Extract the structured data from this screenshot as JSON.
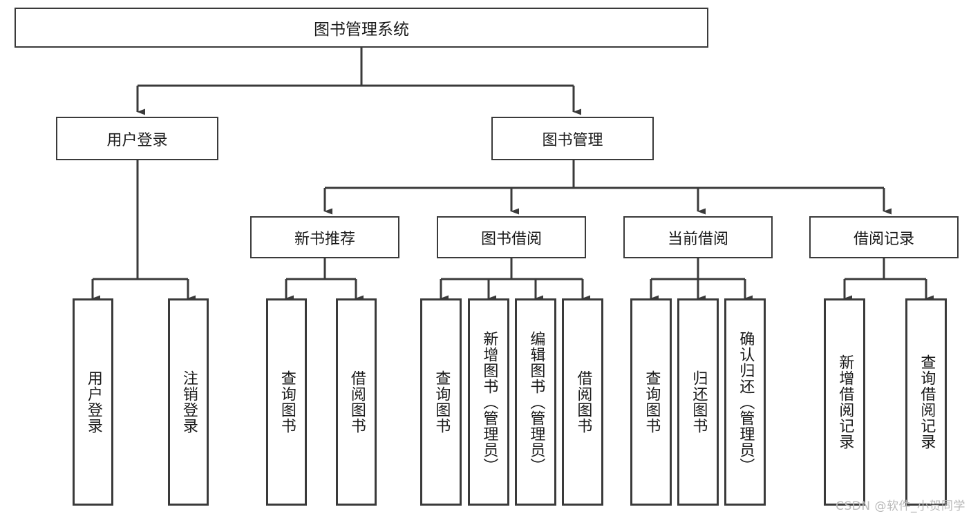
{
  "diagram": {
    "title": "图书管理系统",
    "type": "hierarchy-tree",
    "root": {
      "label": "图书管理系统"
    },
    "tier2": [
      {
        "label": "用户登录"
      },
      {
        "label": "图书管理"
      }
    ],
    "tier3": [
      {
        "label": "新书推荐"
      },
      {
        "label": "图书借阅"
      },
      {
        "label": "当前借阅"
      },
      {
        "label": "借阅记录"
      }
    ],
    "leaves": {
      "user_login": [
        {
          "label": "用户登录"
        },
        {
          "label": "注销登录"
        }
      ],
      "new_book_recommend": [
        {
          "label": "查询图书"
        },
        {
          "label": "借阅图书"
        }
      ],
      "book_borrow": [
        {
          "label": "查询图书"
        },
        {
          "label": "新增图书（管理员）"
        },
        {
          "label": "编辑图书（管理员）"
        },
        {
          "label": "借阅图书"
        }
      ],
      "current_borrow": [
        {
          "label": "查询图书"
        },
        {
          "label": "归还图书"
        },
        {
          "label": "确认归还（管理员）"
        }
      ],
      "borrow_record": [
        {
          "label": "新增借阅记录"
        },
        {
          "label": "查询借阅记录"
        }
      ]
    }
  },
  "watermark": {
    "text": "CSDN @软件_小贺同学"
  },
  "colors": {
    "border": "#3a3a3a",
    "background": "#ffffff",
    "text": "#1a1a1a",
    "watermark": "#b9b9b9"
  }
}
